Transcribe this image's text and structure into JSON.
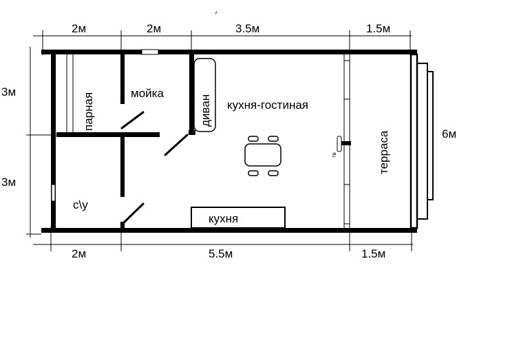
{
  "dimensions": {
    "top": [
      "2м",
      "2м",
      "3.5м",
      "1.5м"
    ],
    "bottom": [
      "2м",
      "5.5м",
      "1.5м"
    ],
    "left": [
      "3м",
      "3м"
    ],
    "right": "6м"
  },
  "rooms": {
    "steam_room": "парная",
    "washroom": "мойка",
    "sofa": "диван",
    "living_kitchen": "кухня-гостиная",
    "bathroom": "с\\у",
    "kitchen": "кухня",
    "terrace": "терраса",
    "tv": "тв"
  }
}
